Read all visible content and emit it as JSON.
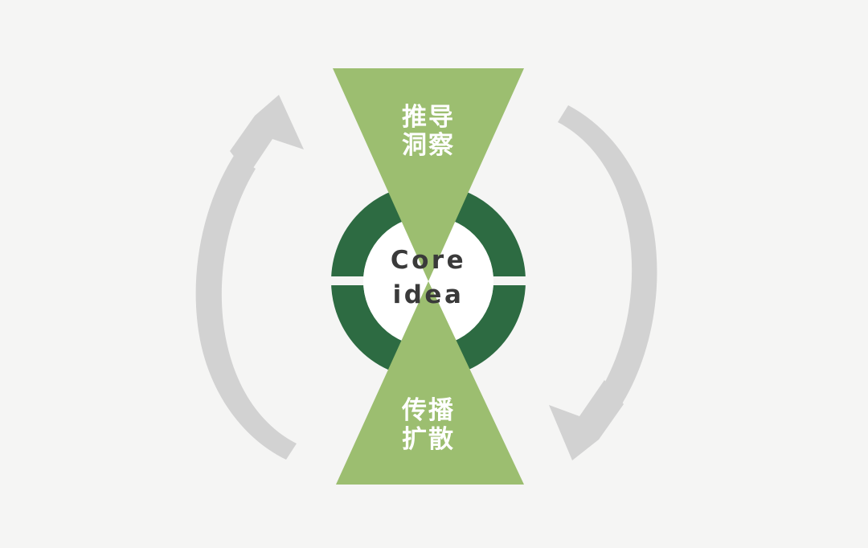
{
  "diagram": {
    "title": "Core idea cycle",
    "background_color": "#f5f5f4",
    "colors": {
      "light_green": "#9cbe70",
      "dark_green": "#2d6b42",
      "arrow_gray": "#d2d2d2",
      "text_dark": "#3a3a3a",
      "text_light": "#ffffff",
      "ring_gap": "#f5f5f4"
    },
    "center": {
      "shape": "donut-ring",
      "line_1": "Core",
      "line_2": "idea",
      "ring_color": "#2d6b42",
      "ring_gap_positions": [
        "left",
        "right"
      ]
    },
    "top_wedge": {
      "shape": "down-triangle",
      "fill": "#9cbe70",
      "line_1": "推导",
      "line_2": "洞察"
    },
    "bottom_wedge": {
      "shape": "up-triangle",
      "fill": "#9cbe70",
      "line_1": "传播",
      "line_2": "扩散"
    },
    "left_arrow": {
      "fill": "#d2d2d2",
      "direction": "upward",
      "head_position": "top",
      "label": ""
    },
    "right_arrow": {
      "fill": "#d2d2d2",
      "direction": "downward",
      "head_position": "bottom",
      "label": ""
    }
  }
}
